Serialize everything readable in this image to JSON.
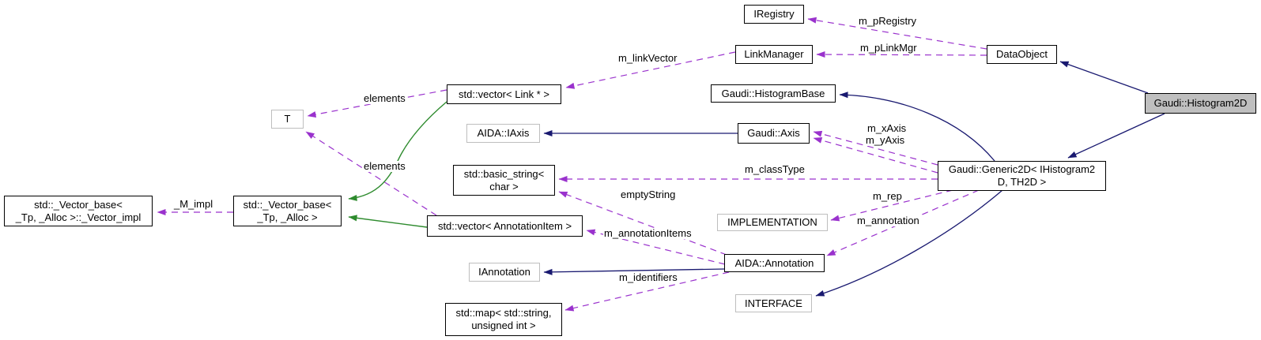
{
  "diagram": {
    "type": "doxygen-collaboration-graph",
    "focus_node": "Gaudi::Histogram2D",
    "colors": {
      "background": "#ffffff",
      "node_border": "#000000",
      "undocumented_node_border": "#bebebe",
      "focus_node_fill": "#bfbfbf",
      "inheritance_edge": "#191970",
      "usage_edge": "#9a32cd",
      "stl_inheritance_edge": "#2e8b2e"
    },
    "nodes": {
      "iregistry": {
        "label": "IRegistry"
      },
      "linkmanager": {
        "label": "LinkManager"
      },
      "dataobject": {
        "label": "DataObject"
      },
      "vector_link": {
        "label": "std::vector< Link * >"
      },
      "histogrambase": {
        "label": "Gaudi::HistogramBase"
      },
      "iaxis": {
        "label": "AIDA::IAxis"
      },
      "axis": {
        "label": "Gaudi::Axis"
      },
      "basic_string": {
        "label": "std::basic_string<\nchar >"
      },
      "generic2d": {
        "label": "Gaudi::Generic2D< IHistogram2\nD, TH2D >"
      },
      "histogram2d": {
        "label": "Gaudi::Histogram2D"
      },
      "implementation": {
        "label": "IMPLEMENTATION"
      },
      "vector_annotationitem": {
        "label": "std::vector< AnnotationItem >"
      },
      "t": {
        "label": "T"
      },
      "vector_base_impl": {
        "label": "std::_Vector_base<\n_Tp, _Alloc >::_Vector_impl"
      },
      "vector_base": {
        "label": "std::_Vector_base<\n_Tp, _Alloc >"
      },
      "annotation": {
        "label": "AIDA::Annotation"
      },
      "iannotation": {
        "label": "IAnnotation"
      },
      "interface": {
        "label": "INTERFACE"
      },
      "map": {
        "label": "std::map< std::string,\nunsigned int >"
      }
    },
    "edges": {
      "m_pRegistry": {
        "label": "m_pRegistry",
        "from": "DataObject",
        "to": "IRegistry",
        "kind": "usage"
      },
      "m_pLinkMgr": {
        "label": "m_pLinkMgr",
        "from": "DataObject",
        "to": "LinkManager",
        "kind": "usage"
      },
      "m_linkVector": {
        "label": "m_linkVector",
        "from": "LinkManager",
        "to": "std::vector< Link * >",
        "kind": "usage"
      },
      "elements_link": {
        "label": "elements",
        "from": "std::vector< Link * >",
        "to": "T",
        "kind": "usage"
      },
      "elements_annotationitem": {
        "label": "elements",
        "from": "std::vector< AnnotationItem >",
        "to": "T",
        "kind": "usage"
      },
      "M_impl": {
        "label": "_M_impl",
        "from": "std::_Vector_base< _Tp, _Alloc >",
        "to": "std::_Vector_base< _Tp, _Alloc >::_Vector_impl",
        "kind": "usage"
      },
      "m_xAxis": {
        "label": "m_xAxis",
        "from": "Gaudi::Generic2D< IHistogram2D, TH2D >",
        "to": "Gaudi::Axis",
        "kind": "usage"
      },
      "m_yAxis": {
        "label": "m_yAxis",
        "from": "Gaudi::Generic2D< IHistogram2D, TH2D >",
        "to": "Gaudi::Axis",
        "kind": "usage"
      },
      "m_classType": {
        "label": "m_classType",
        "from": "Gaudi::Generic2D< IHistogram2D, TH2D >",
        "to": "std::basic_string< char >",
        "kind": "usage"
      },
      "emptyString": {
        "label": "emptyString",
        "from": "AIDA::Annotation",
        "to": "std::basic_string< char >",
        "kind": "usage"
      },
      "m_rep": {
        "label": "m_rep",
        "from": "Gaudi::Generic2D< IHistogram2D, TH2D >",
        "to": "IMPLEMENTATION",
        "kind": "usage"
      },
      "m_annotation": {
        "label": "m_annotation",
        "from": "Gaudi::Generic2D< IHistogram2D, TH2D >",
        "to": "AIDA::Annotation",
        "kind": "usage"
      },
      "m_annotationItems": {
        "label": "m_annotationItems",
        "from": "AIDA::Annotation",
        "to": "std::vector< AnnotationItem >",
        "kind": "usage"
      },
      "m_identifiers": {
        "label": "m_identifiers",
        "from": "AIDA::Annotation",
        "to": "std::map< std::string, unsigned int >",
        "kind": "usage"
      }
    },
    "inheritance": [
      {
        "from": "Gaudi::Histogram2D",
        "to": "DataObject"
      },
      {
        "from": "Gaudi::Histogram2D",
        "to": "Gaudi::Generic2D< IHistogram2D, TH2D >"
      },
      {
        "from": "Gaudi::Generic2D< IHistogram2D, TH2D >",
        "to": "Gaudi::HistogramBase"
      },
      {
        "from": "Gaudi::Generic2D< IHistogram2D, TH2D >",
        "to": "INTERFACE"
      },
      {
        "from": "Gaudi::Axis",
        "to": "AIDA::IAxis"
      },
      {
        "from": "AIDA::Annotation",
        "to": "IAnnotation"
      },
      {
        "from": "std::vector< Link * >",
        "to": "std::_Vector_base< _Tp, _Alloc >",
        "kind": "stl"
      },
      {
        "from": "std::vector< AnnotationItem >",
        "to": "std::_Vector_base< _Tp, _Alloc >",
        "kind": "stl"
      }
    ]
  }
}
